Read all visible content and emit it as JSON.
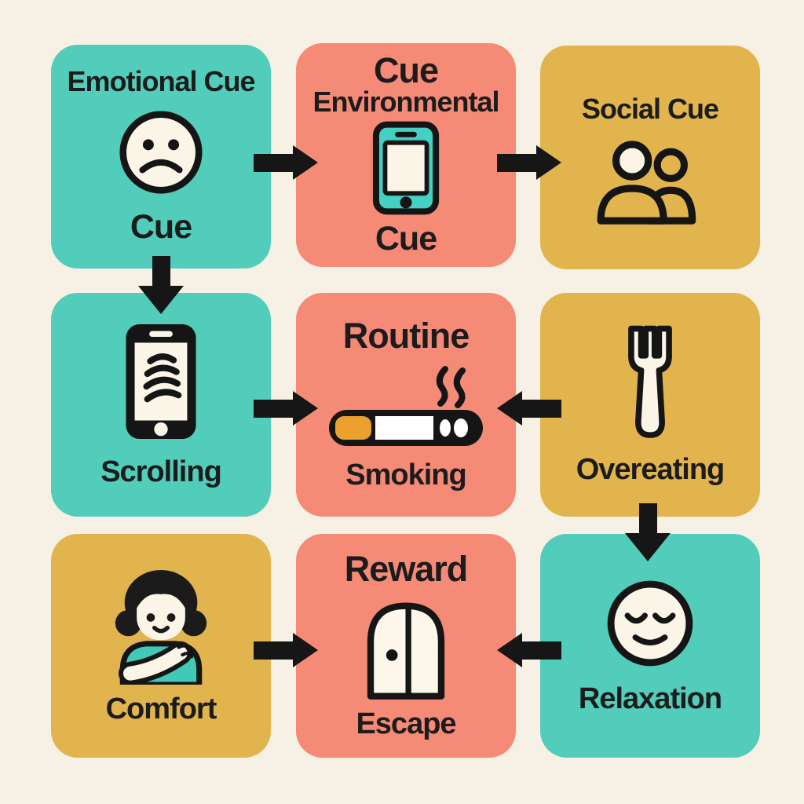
{
  "palette": {
    "background": "#F6F1E4",
    "teal": "#52CDBB",
    "coral": "#F58A77",
    "gold": "#E2B44E",
    "ink": "#161616",
    "cream": "#FBF5E7",
    "phone_teal": "#44D0C2",
    "shirt_teal": "#3FC9B6",
    "cigarette_orange": "#ECA12F"
  },
  "cards": [
    {
      "title": "Emotional Cue",
      "label": "Cue",
      "color": "teal",
      "icon": "sad-face"
    },
    {
      "title": "Cue",
      "subtitle": "Environmental",
      "label": "Cue",
      "color": "coral",
      "icon": "smartphone"
    },
    {
      "title": "Social Cue",
      "color": "gold",
      "icon": "two-people"
    },
    {
      "label": "Scrolling",
      "color": "teal",
      "icon": "phone-scrolling"
    },
    {
      "title": "Routine",
      "label": "Smoking",
      "color": "coral",
      "icon": "cigarette"
    },
    {
      "label": "Overeating",
      "color": "gold",
      "icon": "fork"
    },
    {
      "label": "Comfort",
      "color": "gold",
      "icon": "self-hug"
    },
    {
      "title": "Reward",
      "label": "Escape",
      "color": "coral",
      "icon": "door"
    },
    {
      "label": "Relaxation",
      "color": "teal",
      "icon": "relaxed-face"
    }
  ],
  "arrows": [
    {
      "from": "Emotional Cue",
      "to": "Environmental Cue",
      "direction": "right"
    },
    {
      "from": "Environmental Cue",
      "to": "Social Cue",
      "direction": "right"
    },
    {
      "from": "Emotional Cue",
      "to": "Scrolling",
      "direction": "down"
    },
    {
      "from": "Scrolling",
      "to": "Routine",
      "direction": "right"
    },
    {
      "from": "Overeating",
      "to": "Routine",
      "direction": "left"
    },
    {
      "from": "Overeating",
      "to": "Relaxation",
      "direction": "down"
    },
    {
      "from": "Comfort",
      "to": "Reward",
      "direction": "right"
    },
    {
      "from": "Relaxation",
      "to": "Reward",
      "direction": "left"
    }
  ]
}
